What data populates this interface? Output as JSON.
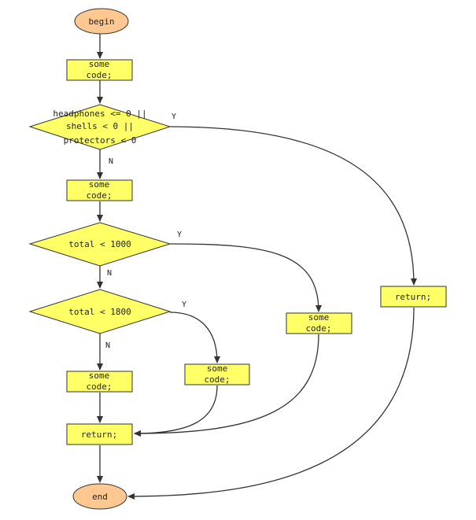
{
  "colors": {
    "terminal_fill": "#ffc891",
    "process_fill": "#ffff66",
    "decision_fill": "#ffff66",
    "stroke": "#333333"
  },
  "nodes": {
    "begin": {
      "lines": [
        "begin"
      ]
    },
    "code1": {
      "lines": [
        "some",
        "code;"
      ]
    },
    "dec1": {
      "lines": [
        "headphones <= 0 ||",
        "shells < 0 ||",
        "protectors < 0"
      ]
    },
    "code2": {
      "lines": [
        "some",
        "code;"
      ]
    },
    "dec2": {
      "lines": [
        "total < 1000"
      ]
    },
    "dec3": {
      "lines": [
        "total < 1800"
      ]
    },
    "code3": {
      "lines": [
        "some",
        "code;"
      ]
    },
    "code4": {
      "lines": [
        "some",
        "code;"
      ]
    },
    "code5": {
      "lines": [
        "some",
        "code;"
      ]
    },
    "ret1": {
      "lines": [
        "return;"
      ]
    },
    "ret2": {
      "lines": [
        "return;"
      ]
    },
    "end": {
      "lines": [
        "end"
      ]
    }
  },
  "edge_labels": {
    "dec1_yes": "Y",
    "dec1_no": "N",
    "dec2_yes": "Y",
    "dec2_no": "N",
    "dec3_yes": "Y",
    "dec3_no": "N"
  }
}
